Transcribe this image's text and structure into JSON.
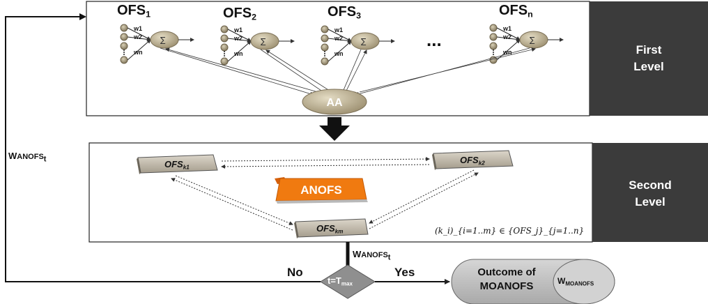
{
  "first_level": {
    "label_line1": "First",
    "label_line2": "Level",
    "ofs_nodes": [
      {
        "base": "OFS",
        "sub": "1"
      },
      {
        "base": "OFS",
        "sub": "2"
      },
      {
        "base": "OFS",
        "sub": "3"
      },
      {
        "base": "OFS",
        "sub": "n"
      }
    ],
    "weights": [
      "w1",
      "w2",
      "wn"
    ],
    "ellipsis": "...",
    "aggregator": "AA"
  },
  "second_level": {
    "label_line1": "Second",
    "label_line2": "Level",
    "boxes": [
      {
        "base": "OFS",
        "sub": "k1"
      },
      {
        "base": "OFS",
        "sub": "k2"
      },
      {
        "base": "OFS",
        "sub": "km"
      }
    ],
    "badge": "ANOFS",
    "formula": "(k_i)_{i=1..m} ∈ {OFS_j}_{j=1..n}"
  },
  "feedback": {
    "weight_label_base": "W",
    "weight_label_mid": "ANOFS",
    "weight_label_sub": "t"
  },
  "decision": {
    "condition_base": "t=T",
    "condition_sub": "max",
    "no_label": "No",
    "yes_label": "Yes"
  },
  "outcome": {
    "line1": "Outcome of",
    "line2": "MOANOFS",
    "weight_base": "W",
    "weight_sub": "MOANOFS"
  },
  "colors": {
    "dark_panel": "#3b3b3b",
    "node_fill": "#b5a98a",
    "box_fill": "#c6bfb2",
    "diamond_fill": "#8f8f8f",
    "outcome_fill": "#c2c2c2",
    "badge_fill": "#f07a10"
  }
}
